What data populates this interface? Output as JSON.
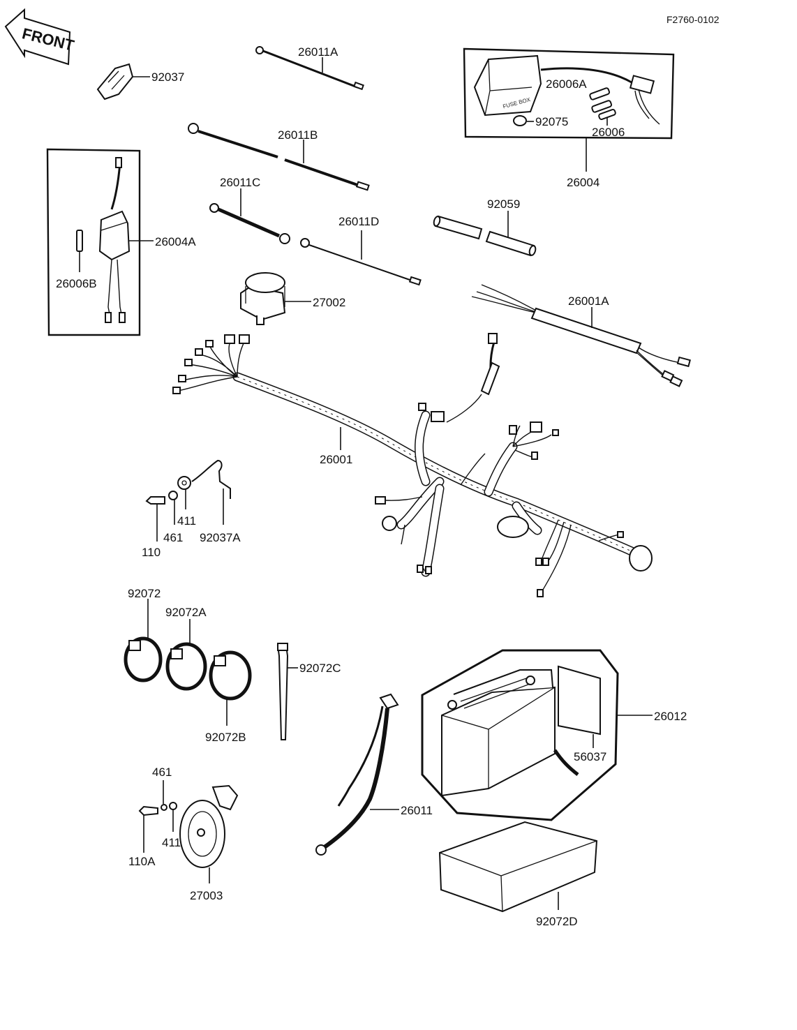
{
  "diagram_code": "F2760-0102",
  "front_label": "FRONT",
  "fuse_box_text": "FUSE BOX",
  "parts": {
    "p92037": "92037",
    "p26011A": "26011A",
    "p26011B": "26011B",
    "p26011C": "26011C",
    "p26011D": "26011D",
    "p26006A": "26006A",
    "p92075": "92075",
    "p26006": "26006",
    "p26004": "26004",
    "p26004A": "26004A",
    "p26006B": "26006B",
    "p92059": "92059",
    "p27002": "27002",
    "p26001A": "26001A",
    "p26001": "26001",
    "p411_top": "411",
    "p461_top": "461",
    "p110": "110",
    "p92037A": "92037A",
    "p92072": "92072",
    "p92072A": "92072A",
    "p92072B": "92072B",
    "p92072C": "92072C",
    "p26012": "26012",
    "p56037": "56037",
    "p461_bot": "461",
    "p411_bot": "411",
    "p110A": "110A",
    "p27003": "27003",
    "p26011": "26011",
    "p92072D": "92072D"
  }
}
